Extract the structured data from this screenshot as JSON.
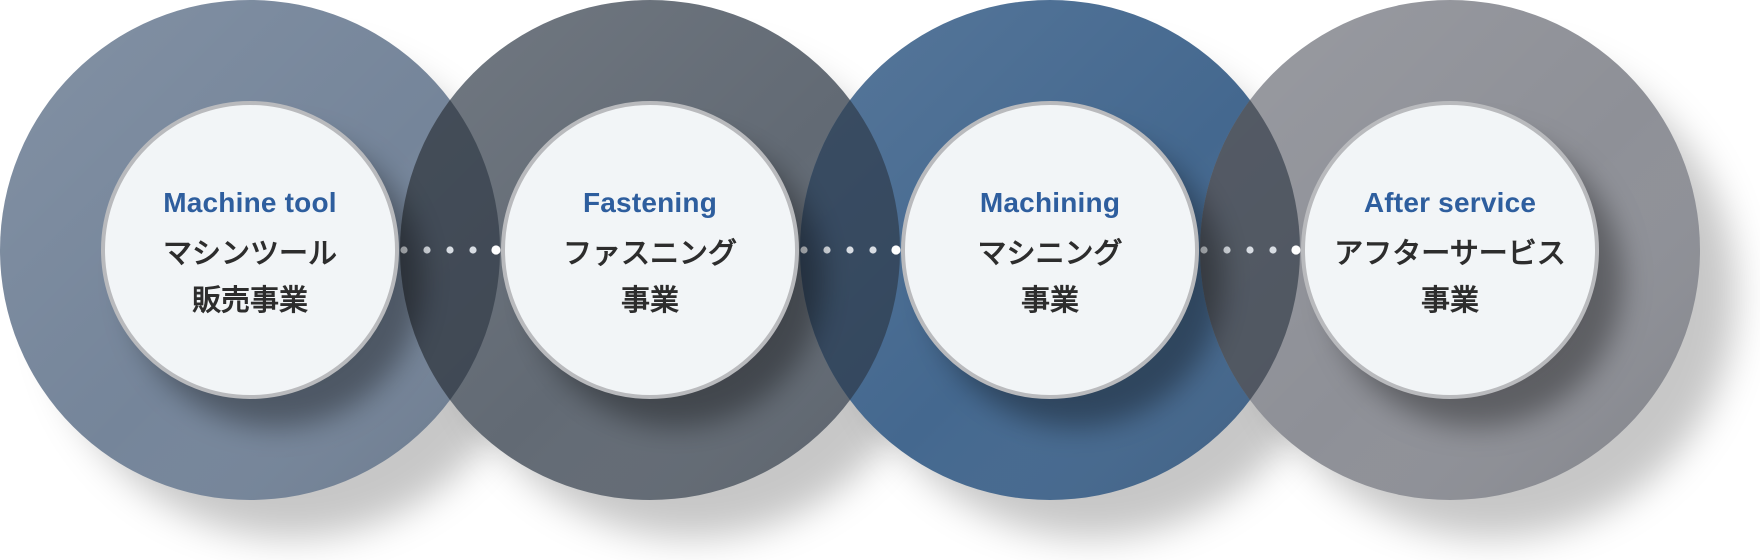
{
  "diagram": {
    "segments": [
      {
        "id": "machine-tool",
        "title_en": "Machine tool",
        "title_ja_lines": [
          "マシンツール",
          "販売事業"
        ],
        "ring_color": "#75859a"
      },
      {
        "id": "fastening",
        "title_en": "Fastening",
        "title_ja_lines": [
          "ファスニング",
          "事業"
        ],
        "ring_color": "#626a74"
      },
      {
        "id": "machining",
        "title_en": "Machining",
        "title_ja_lines": [
          "マシニング",
          "事業"
        ],
        "ring_color": "#44688f"
      },
      {
        "id": "after-service",
        "title_en": "After service",
        "title_ja_lines": [
          "アフターサービス",
          "事業"
        ],
        "ring_color": "#8e9097"
      }
    ],
    "colors": {
      "title_en": "#2e5e9e",
      "title_ja": "#2d2d2d",
      "inner_disc": "#f2f5f7",
      "inner_rim": "#b9babd",
      "overlap": "#2a3340",
      "connector_dot": "#d8dde3"
    }
  }
}
